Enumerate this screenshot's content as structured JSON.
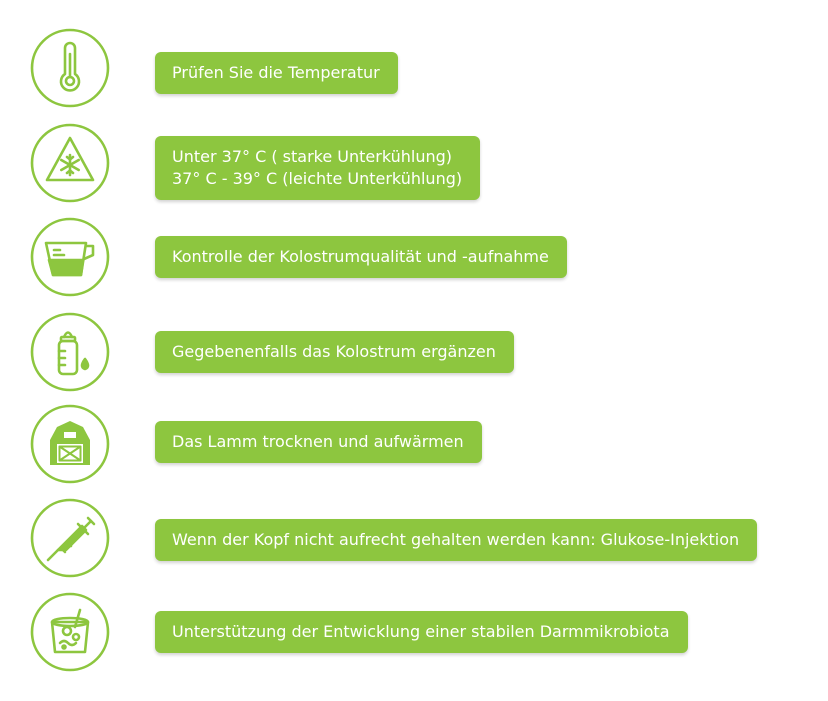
{
  "accent_color": "#8dc63f",
  "steps": [
    {
      "icon": "thermometer-icon",
      "lines": [
        "Prüfen Sie die Temperatur"
      ]
    },
    {
      "icon": "snowflake-warning-icon",
      "lines": [
        "Unter 37° C ( starke Unterkühlung)",
        "37° C - 39° C (leichte Unterkühlung)"
      ]
    },
    {
      "icon": "measuring-jug-icon",
      "lines": [
        "Kontrolle der Kolostrumqualität und -aufnahme"
      ]
    },
    {
      "icon": "milk-bottle-drop-icon",
      "lines": [
        "Gegebenenfalls das Kolostrum ergänzen"
      ]
    },
    {
      "icon": "barn-icon",
      "lines": [
        "Das Lamm trocknen und aufwärmen"
      ]
    },
    {
      "icon": "syringe-icon",
      "lines": [
        "Wenn der Kopf nicht aufrecht gehalten werden kann: Glukose-Injektion"
      ]
    },
    {
      "icon": "microbiota-cup-icon",
      "lines": [
        "Unterstützung der Entwicklung einer stabilen Darmmikrobiota"
      ]
    }
  ]
}
